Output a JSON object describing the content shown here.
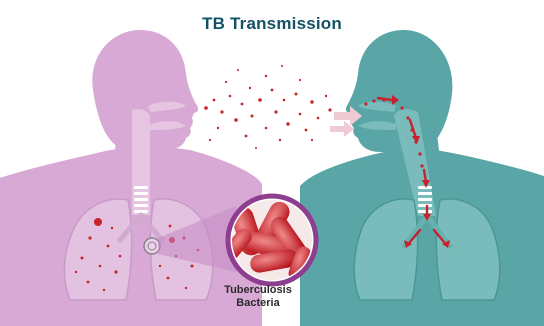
{
  "title": "TB Transmission",
  "bacteria_label": {
    "line1": "Tuberculosis",
    "line2": "Bacteria"
  },
  "colors": {
    "infected_person": "#d7a9d4",
    "infected_person_light": "#e3c1e0",
    "receiving_person": "#5aa6a6",
    "receiving_person_light": "#79bcbb",
    "bacteria_red": "#c8232a",
    "magnifier_ring": "#8d3e8f",
    "title": "#135266"
  },
  "icons": [
    "magnifier-circle",
    "bacteria-rods",
    "inhalation-arrows"
  ]
}
